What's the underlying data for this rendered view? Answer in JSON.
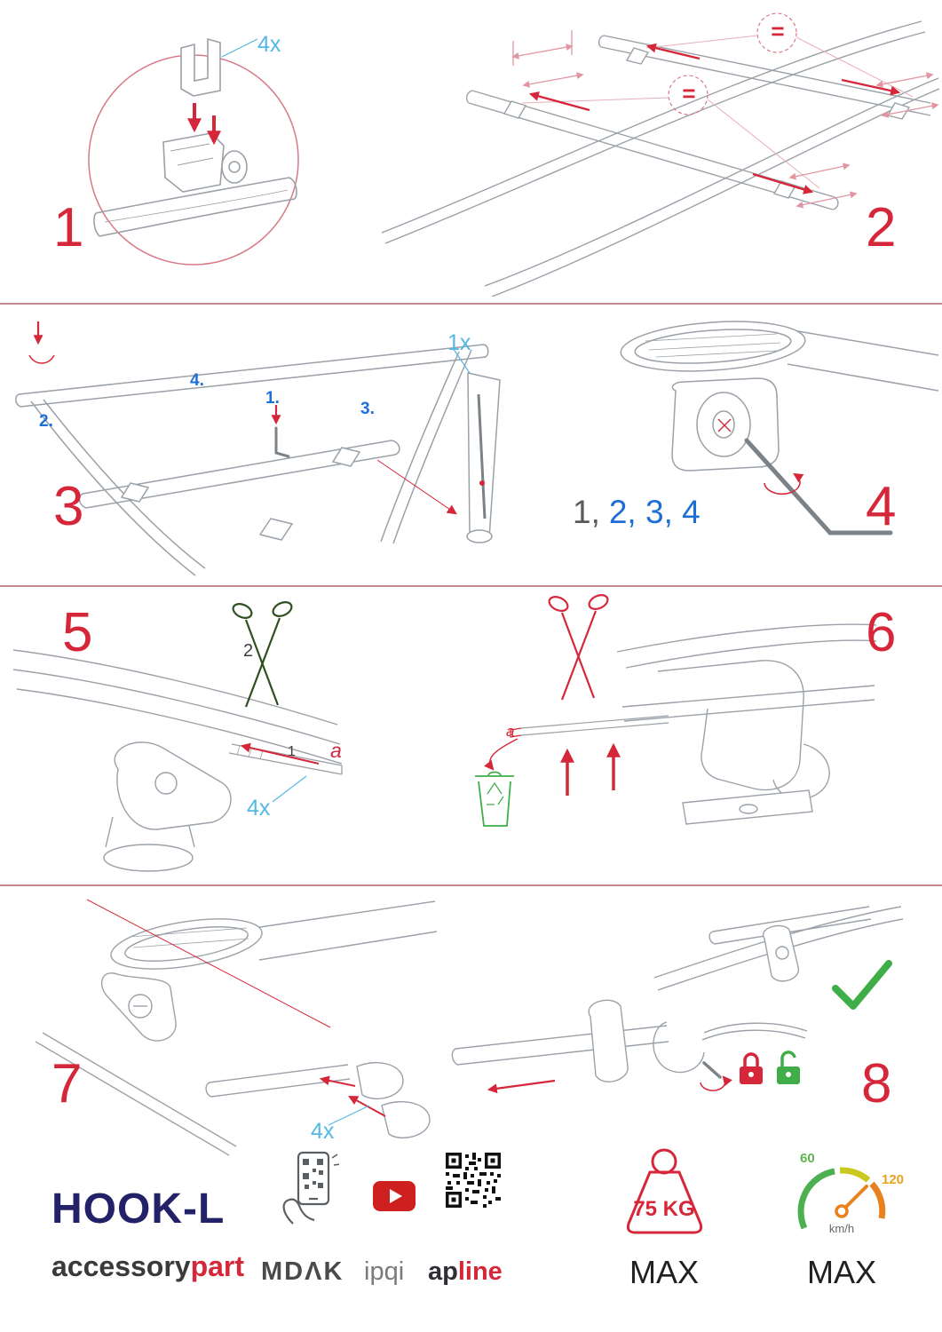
{
  "steps": {
    "s1": {
      "number": "1",
      "qty": "4x"
    },
    "s2": {
      "number": "2",
      "equal_top": "=",
      "equal_mid": "="
    },
    "s3": {
      "number": "3",
      "qty": "1x",
      "o1": "1.",
      "o2": "2.",
      "o3": "3.",
      "o4": "4."
    },
    "s4": {
      "number": "4",
      "seq_done": "1,",
      "seq_rest": "2, 3, 4"
    },
    "s5": {
      "number": "5",
      "cut_label": "2",
      "insert_label": "1",
      "letter": "a",
      "qty": "4x"
    },
    "s6": {
      "number": "6",
      "letter": "a"
    },
    "s7": {
      "number": "7",
      "qty": "4x"
    },
    "s8": {
      "number": "8"
    }
  },
  "footer": {
    "product": "HOOK-L",
    "brand_dark": "accessory",
    "brand_red": "part",
    "logo_mdak": "MDΛK",
    "logo_ipqi": "ipqi",
    "logo_ap": "ap",
    "logo_line": "line",
    "weight": {
      "value": "75 KG",
      "label": "MAX"
    },
    "speed": {
      "low": "60",
      "high": "120",
      "unit": "km/h",
      "label": "MAX"
    }
  },
  "colors": {
    "step_red": "#d6273a",
    "qty_blue": "#55b7e5",
    "order_blue": "#1d6fd6",
    "green": "#3fae49",
    "navy": "#232168"
  }
}
